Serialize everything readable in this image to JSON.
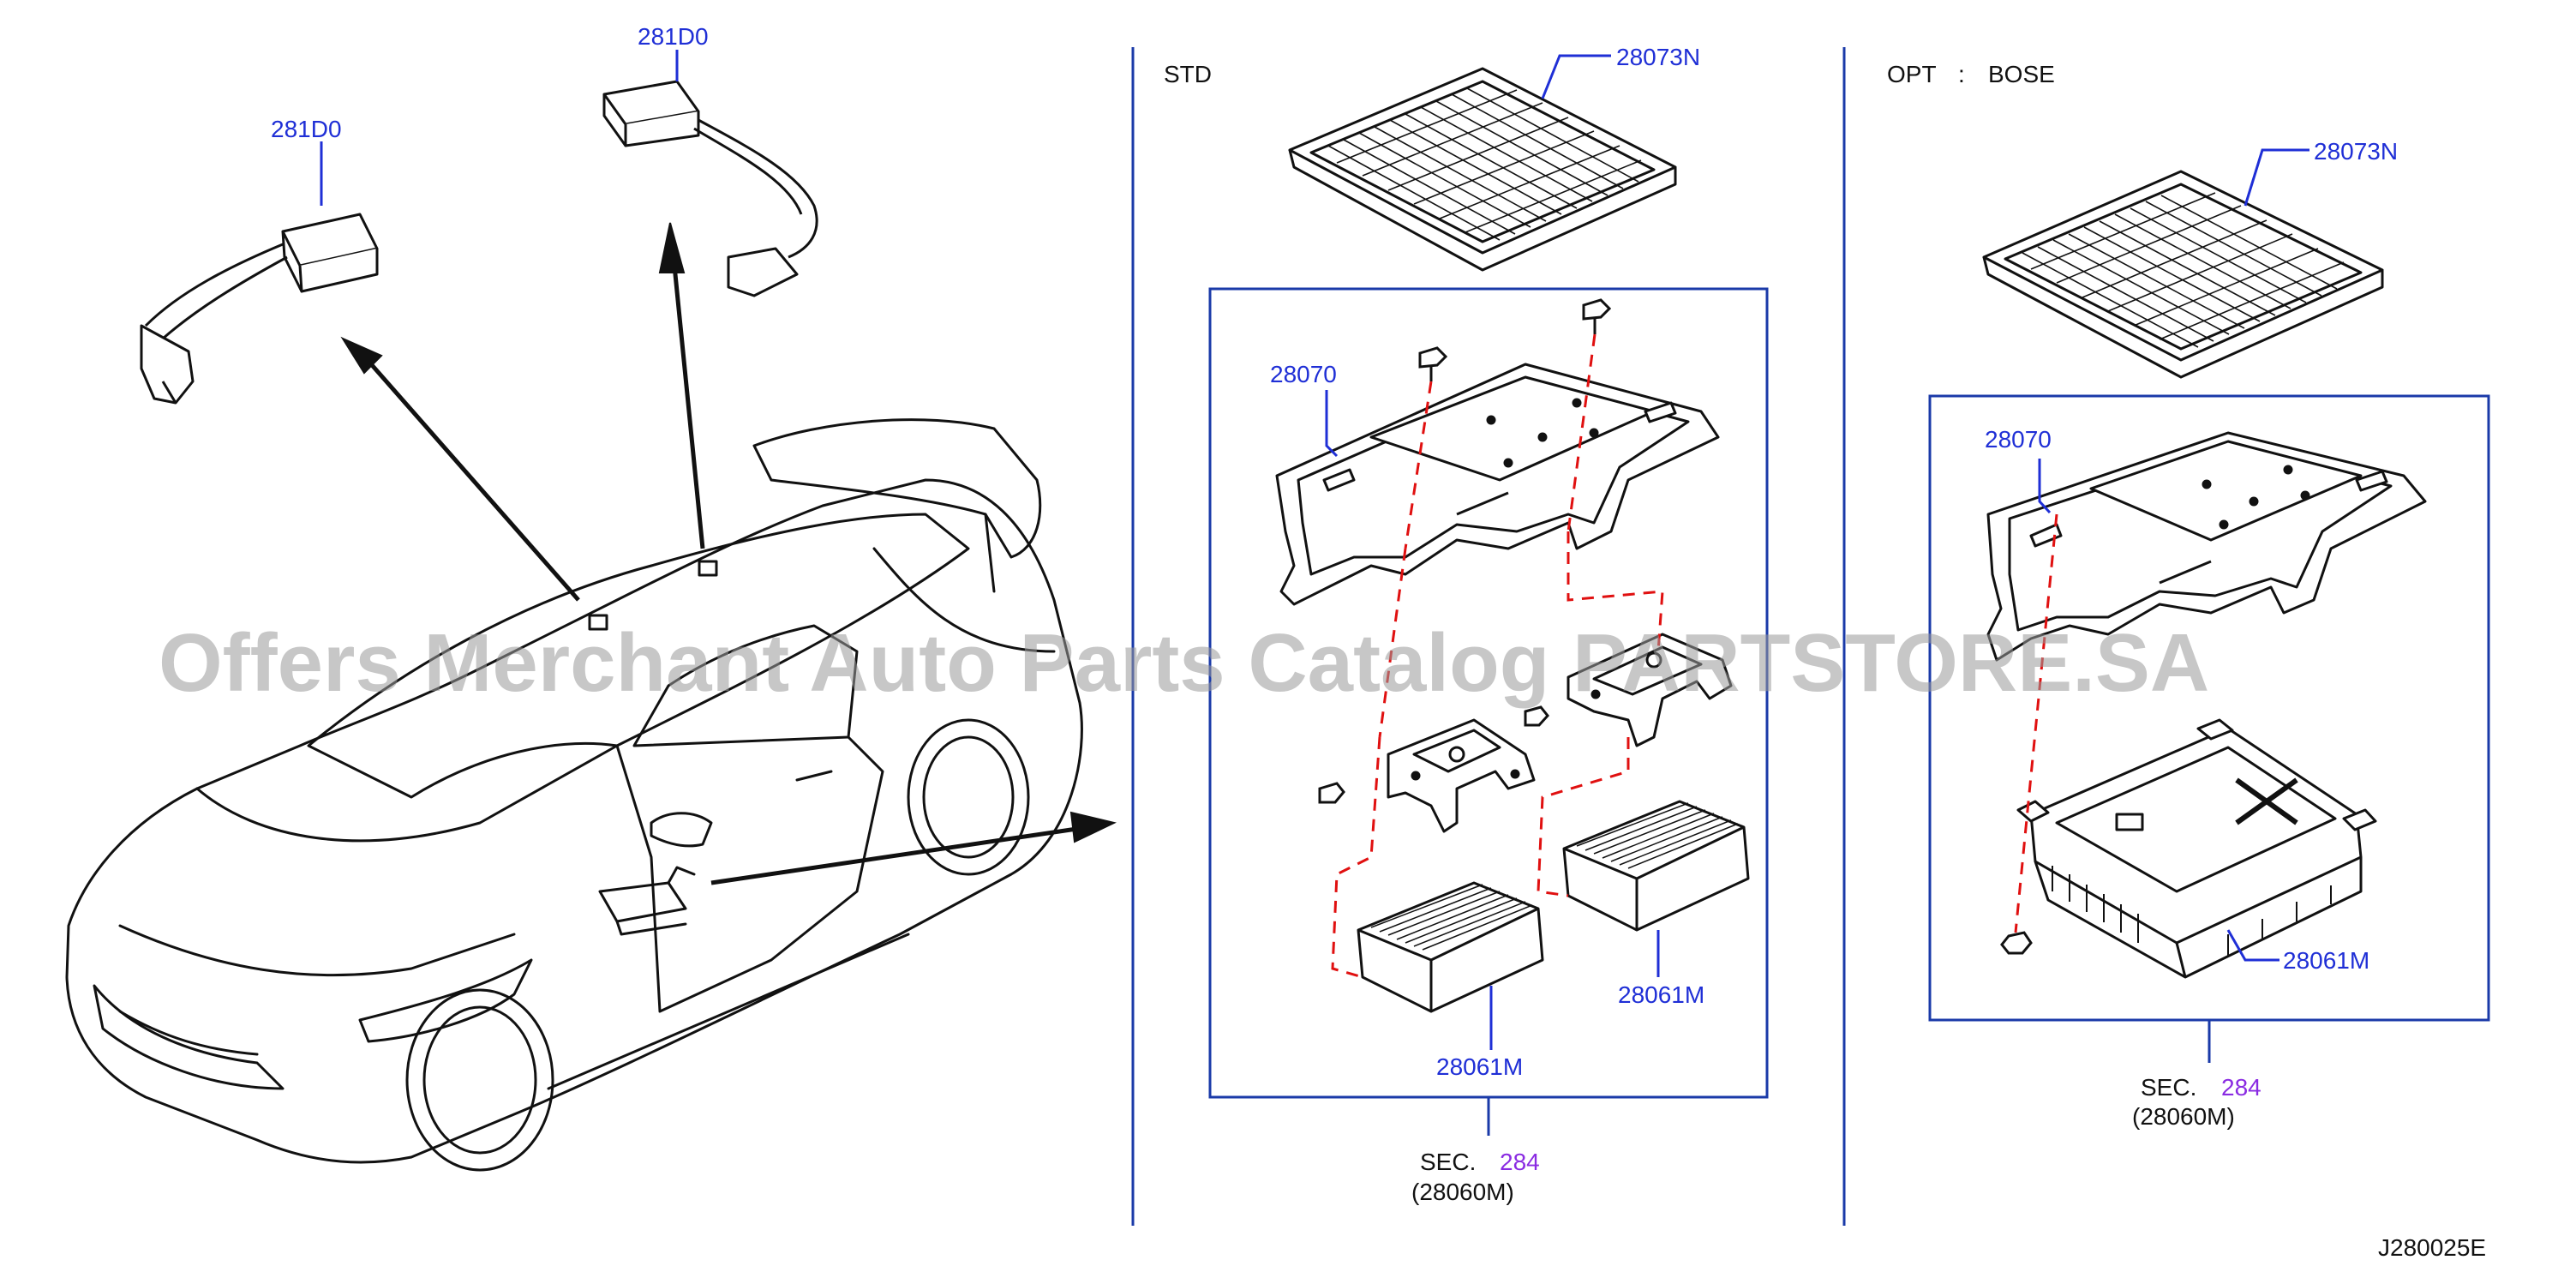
{
  "watermark": "Offers Merchant Auto Parts Catalog PARTSTORE.SA",
  "diagram_id": "J280025E",
  "colors": {
    "line": "#111111",
    "label_blue": "#1f2fd6",
    "frame_blue": "#1a3aa8",
    "section_purple": "#8a2be2",
    "dashed_red": "#e01010"
  },
  "left": {
    "antenna_label_left": "281D0",
    "antenna_label_right": "281D0"
  },
  "std": {
    "heading": "STD",
    "grille_label": "28073N",
    "bracket_label": "28070",
    "amp_label_right": "28061M",
    "amp_label_bottom": "28061M",
    "sec_prefix": "SEC.",
    "sec_number": "284",
    "sec_part": "(28060M)"
  },
  "opt": {
    "heading": "OPT",
    "separator": ":",
    "heading_value": "BOSE",
    "grille_label": "28073N",
    "bracket_label": "28070",
    "amp_label": "28061M",
    "sec_prefix": "SEC.",
    "sec_number": "284",
    "sec_part": "(28060M)"
  }
}
